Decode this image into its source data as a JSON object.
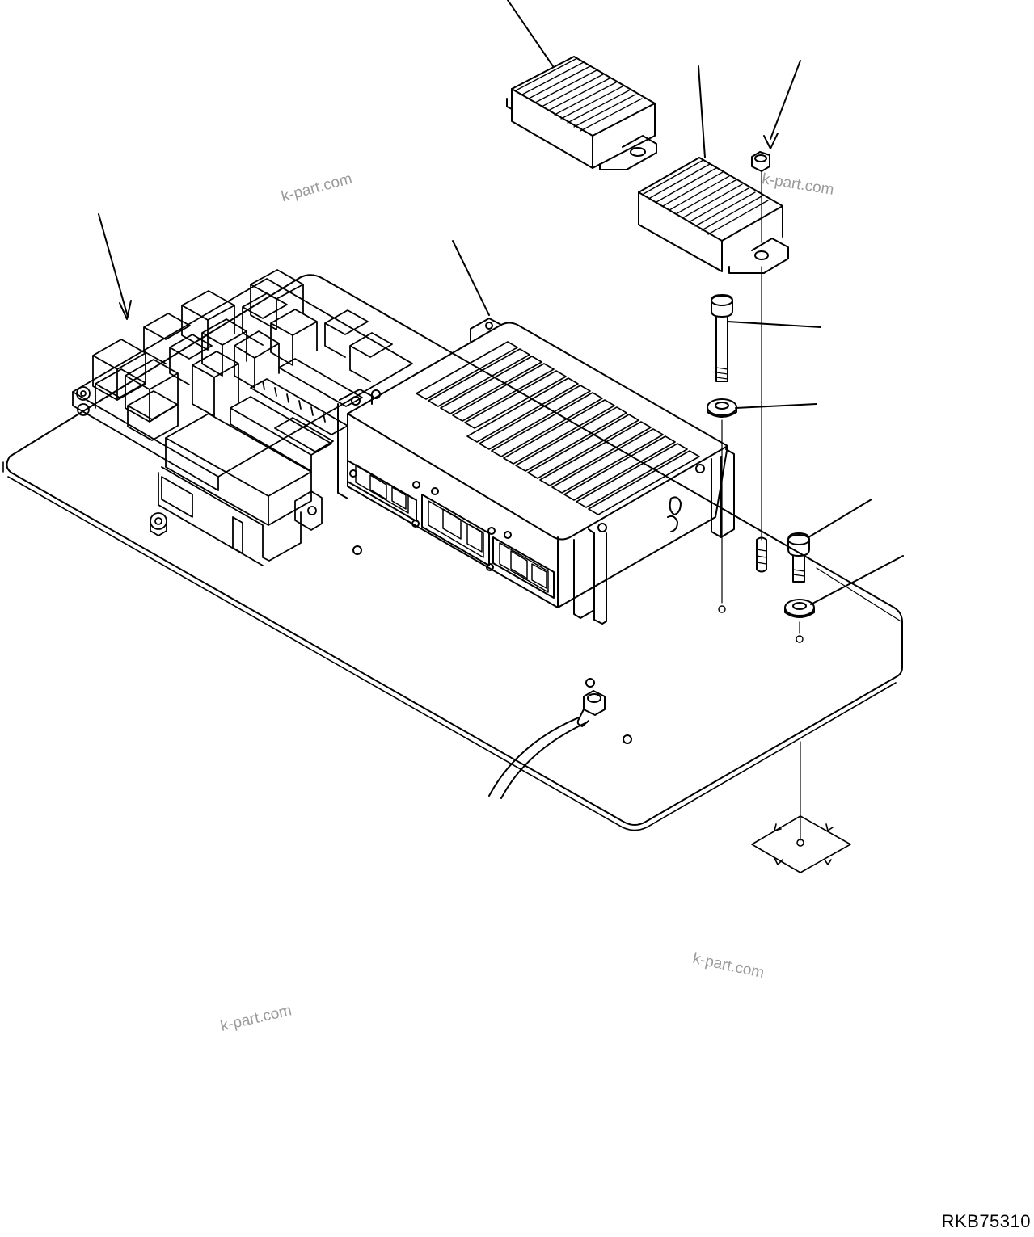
{
  "watermarks": [
    "k-part.com",
    "k-part.com",
    "k-part.com",
    "k-part.com"
  ],
  "drawing_reference": "RKB75310",
  "colors": {
    "line": "#000000",
    "background": "#ffffff",
    "watermark": "#9a9a9a"
  }
}
